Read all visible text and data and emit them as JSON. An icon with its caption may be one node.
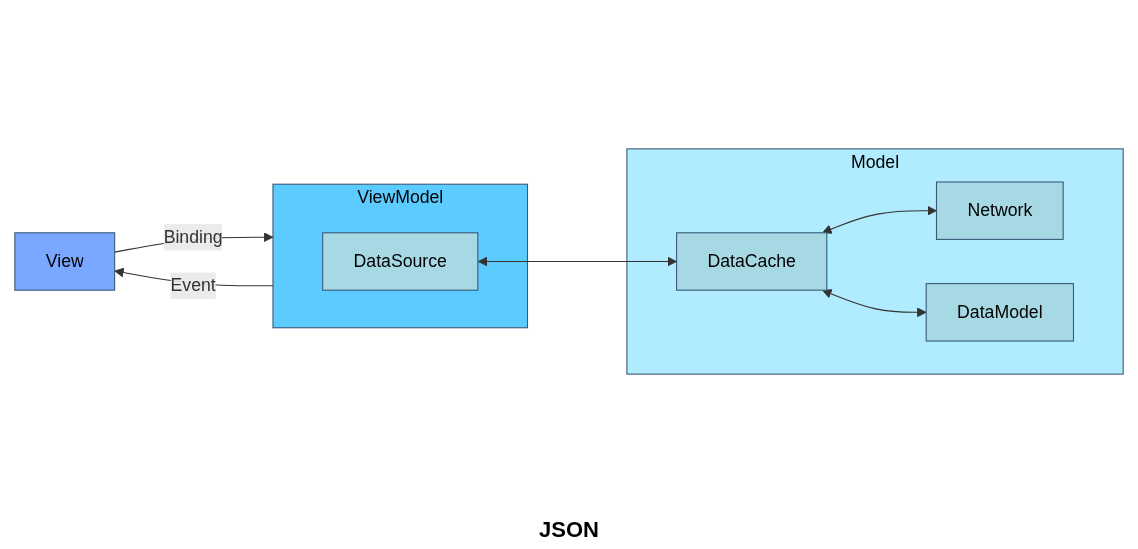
{
  "diagram": {
    "nodes": [
      {
        "text": [
          "View"
        ]
      },
      {
        "text": [
          "ViewModel"
        ]
      },
      {
        "text": [
          "DataSource"
        ],
        "in": 1
      },
      {
        "text": [
          "Model"
        ]
      },
      {
        "text": [
          "DataCache"
        ],
        "in": 3
      },
      {
        "text": [
          "Network"
        ],
        "in": 3
      },
      {
        "text": [
          "DataModel"
        ],
        "in": 3
      }
    ],
    "edges": [
      {
        "from": 1,
        "to": 0,
        "arrow": "to",
        "label": "Event"
      },
      {
        "from": 0,
        "to": 1,
        "arrow": "to",
        "label": "Binding"
      },
      {
        "from": 2,
        "to": 4,
        "arrow": "both"
      },
      {
        "from": 4,
        "to": 5,
        "arrow": "both"
      },
      {
        "from": 4,
        "to": 6,
        "arrow": "both"
      }
    ],
    "labels": [
      "JSON"
    ]
  }
}
